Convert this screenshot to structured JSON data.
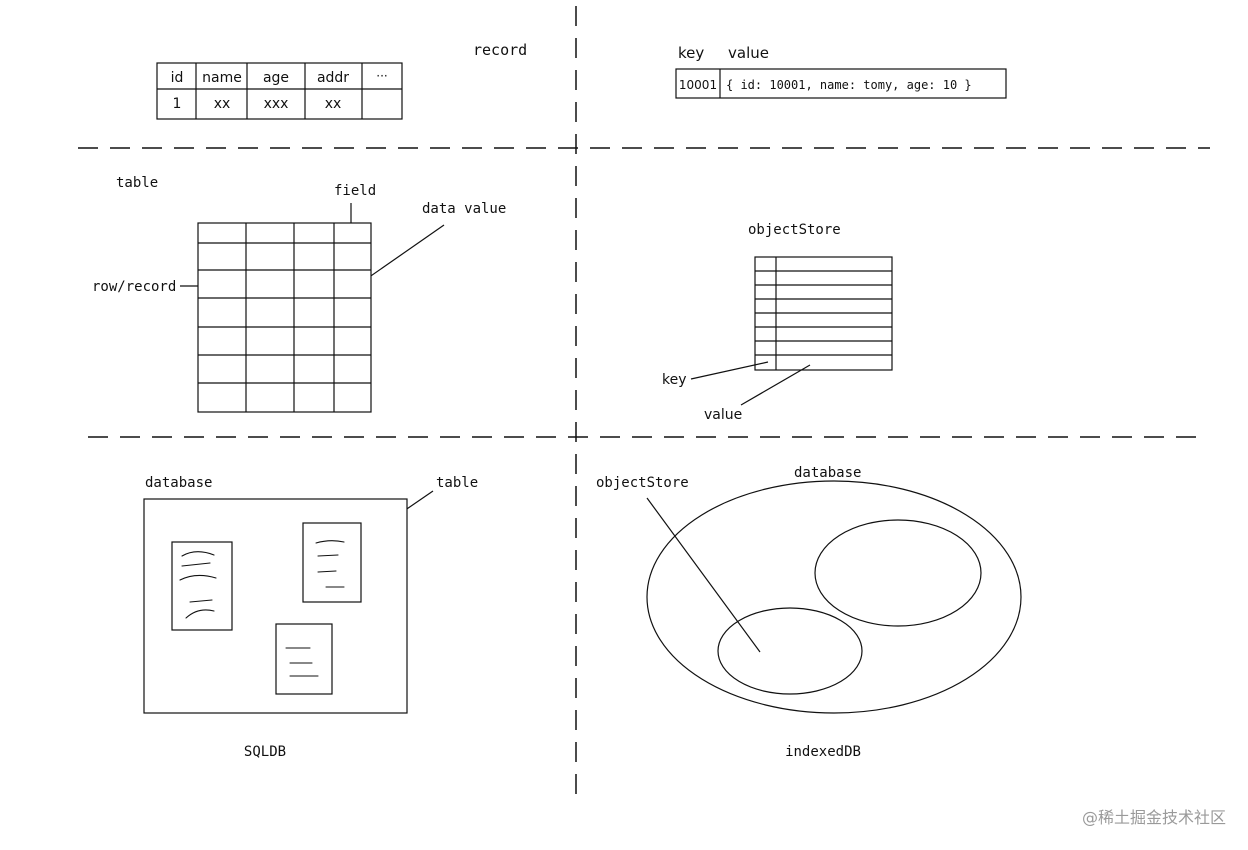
{
  "record_panel": {
    "title": "record",
    "headers": [
      "id",
      "name",
      "age",
      "addr",
      "···"
    ],
    "row": [
      "1",
      "xx",
      "xxx",
      "xx",
      ""
    ]
  },
  "keyvalue_panel": {
    "key_header": "key",
    "value_header": "value",
    "key": "10001",
    "value": "{ id: 10001, name: tomy, age: 10 }"
  },
  "table_panel": {
    "title": "table",
    "field_label": "field",
    "data_value_label": "data value",
    "row_label": "row/record"
  },
  "objectstore_panel": {
    "title": "objectStore",
    "key_label": "key",
    "value_label": "value"
  },
  "sqldb_panel": {
    "database_label": "database",
    "table_label": "table",
    "caption": "SQLDB"
  },
  "indexeddb_panel": {
    "database_label": "database",
    "objectstore_label": "objectStore",
    "caption": "indexedDB"
  },
  "watermark": "@稀土掘金技术社区",
  "colors": {
    "ink": "#111111",
    "watermark": "#9a9a9a",
    "background": "#ffffff"
  }
}
